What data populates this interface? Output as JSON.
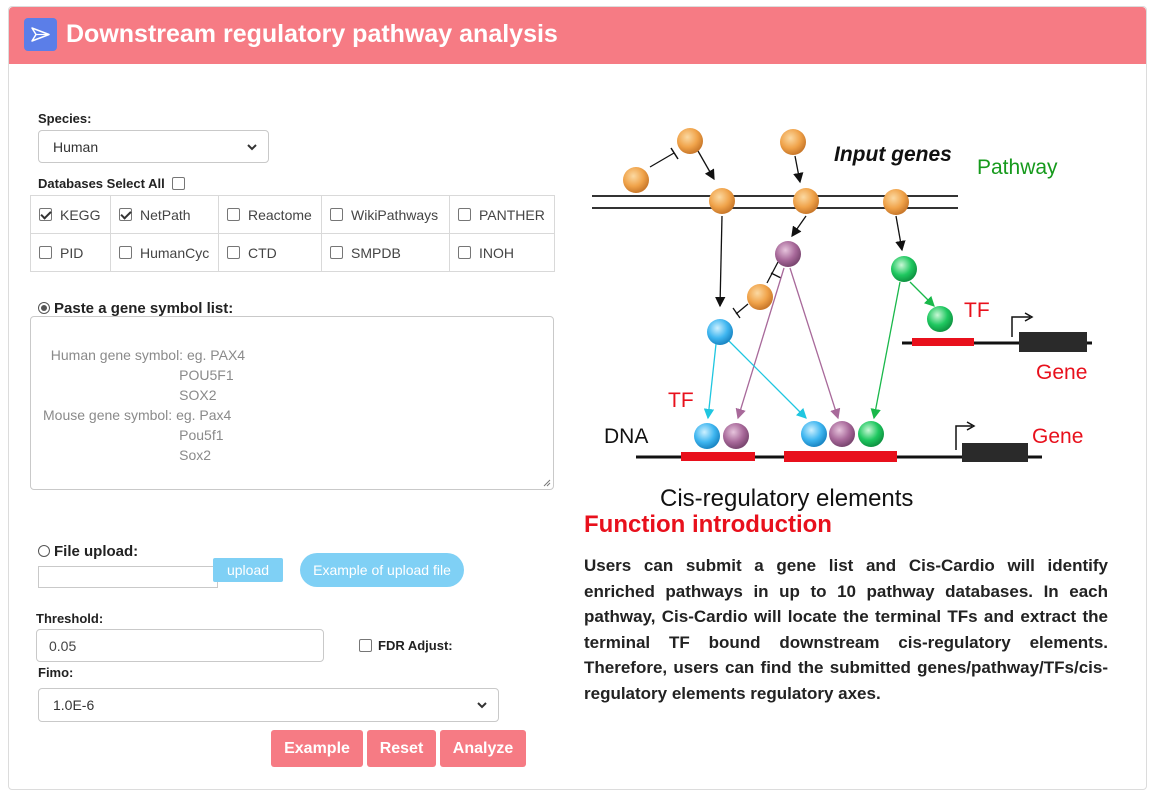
{
  "header": {
    "title": "Downstream regulatory pathway analysis",
    "icon": "paper-plane-icon",
    "color": "#f67b84"
  },
  "form": {
    "species_label": "Species:",
    "species_value": "Human",
    "databases_label": "Databases Select All",
    "select_all_checked": false,
    "databases": [
      {
        "label": "KEGG",
        "checked": true
      },
      {
        "label": "NetPath",
        "checked": true
      },
      {
        "label": "Reactome",
        "checked": false
      },
      {
        "label": "WikiPathways",
        "checked": false
      },
      {
        "label": "PANTHER",
        "checked": false
      },
      {
        "label": "PID",
        "checked": false
      },
      {
        "label": "HumanCyc",
        "checked": false
      },
      {
        "label": "CTD",
        "checked": false
      },
      {
        "label": "SMPDB",
        "checked": false
      },
      {
        "label": "INOH",
        "checked": false
      }
    ],
    "paste_label": "Paste a gene symbol list:",
    "paste_selected": true,
    "gene_placeholder": "Human gene symbol: eg. PAX4\n                                   POU5F1\n                                   SOX2\nMouse gene symbol: eg. Pax4\n                                   Pou5f1\n                                   Sox2",
    "file_label": "File upload:",
    "file_selected": false,
    "upload_button": "upload",
    "example_file_button": "Example of upload file",
    "threshold_label": "Threshold:",
    "threshold_value": "0.05",
    "fdr_label": "FDR Adjust:",
    "fdr_checked": false,
    "fimo_label": "Fimo:",
    "fimo_value": "1.0E-6",
    "buttons": {
      "example": "Example",
      "reset": "Reset",
      "analyze": "Analyze"
    }
  },
  "diagram": {
    "input_genes": "Input genes",
    "pathway": "Pathway",
    "tf_right": "TF",
    "gene_right": "Gene",
    "tf_left": "TF",
    "dna": "DNA",
    "gene_bottom": "Gene",
    "cis": "Cis-regulatory elements"
  },
  "intro": {
    "title": "Function introduction",
    "text": "Users can submit a gene list and Cis-Cardio will identify enriched pathways in up to 10 pathway databases. In each pathway, Cis-Cardio will locate the terminal TFs and extract the terminal TF bound downstream cis-regulatory elements. Therefore, users can find the submitted genes/pathway/TFs/cis-regulatory elements regulatory axes."
  }
}
